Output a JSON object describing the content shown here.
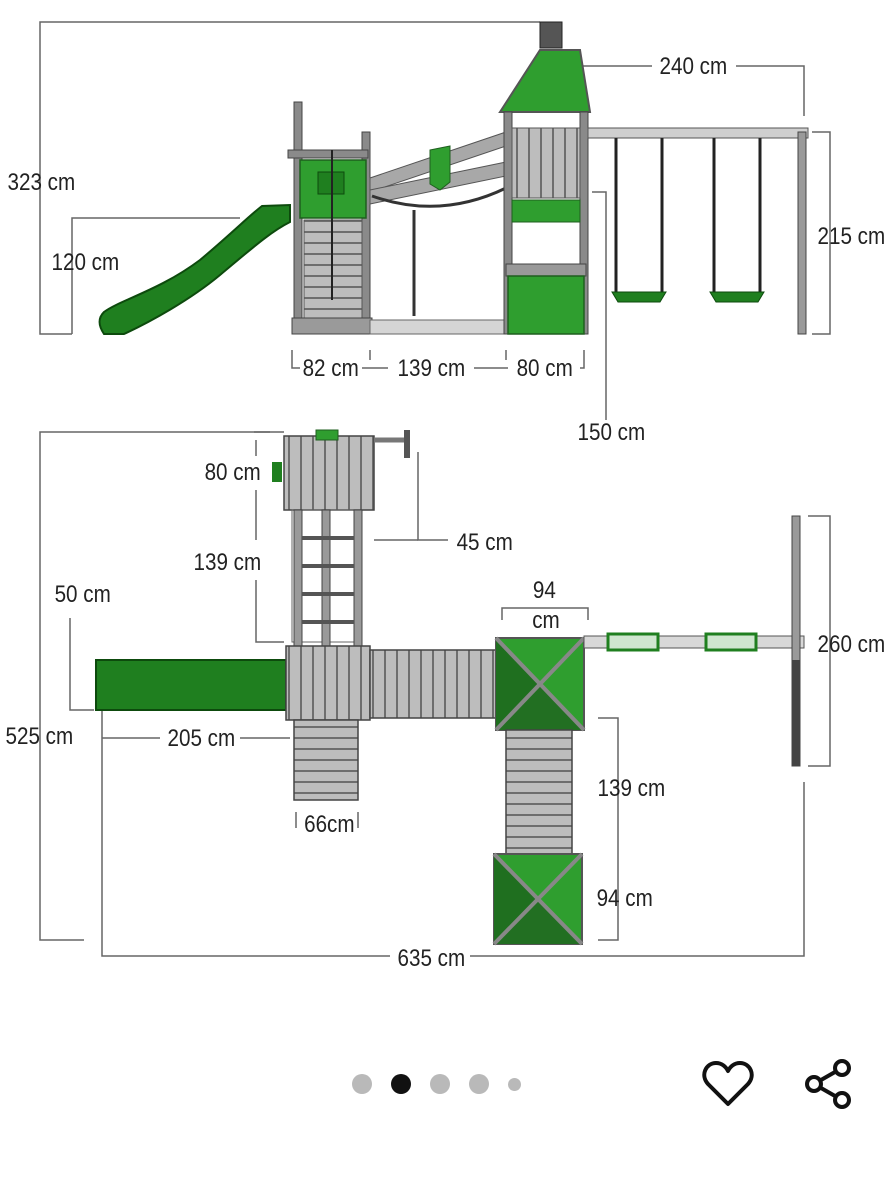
{
  "gallery": {
    "page_count": 5,
    "active_index": 1,
    "favorite_icon": "heart-outline-icon",
    "share_icon": "share-icon"
  },
  "side_view": {
    "height_total": "323 cm",
    "slide_height": "120 cm",
    "swing_beam_length": "240 cm",
    "swing_height": "215 cm",
    "tower1_width": "82 cm",
    "bridge_length": "139 cm",
    "tower2_width": "80 cm",
    "platform_height": "150 cm"
  },
  "top_view": {
    "tower_depth": "80 cm",
    "crossbar_offset": "45 cm",
    "ladder_length": "139 cm",
    "slide_width": "50 cm",
    "square_size": "94",
    "square_size_unit": "cm",
    "swing_width": "260 cm",
    "total_depth": "525 cm",
    "slide_length": "205 cm",
    "ramp_length": "139 cm",
    "square_bottom": "94 cm",
    "step_width": "66cm",
    "total_width": "635 cm"
  },
  "colors": {
    "green": "#2f9e2f",
    "dark_green": "#1f6f1f",
    "frame_grey": "#8a8a8a",
    "plank_grey": "#b5b5b5",
    "dim_line": "#555555"
  }
}
